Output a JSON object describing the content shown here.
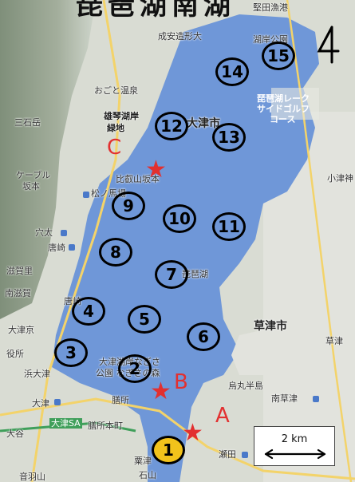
{
  "title": "琵琶湖南湖",
  "north_symbol": "4",
  "place_labels": {
    "katata_ko_label": "堅田漁港",
    "kosei_koshi": "湖岸公園",
    "seiandoushi": "成安造形大",
    "ogoto": "おごと温泉",
    "yuden_label": "雄琴湖岸",
    "ryokuchi": "緑地",
    "biwako_lake": "琵琶湖レーク",
    "side_golf": "サイドゴルフ",
    "course": "コース",
    "mitsuishidake": "三石岳",
    "otsu_city": "大津市",
    "cable_sakamoto_1": "ケーブル",
    "cable_sakamoto_2": "坂本",
    "hieizan": "比叡山坂本",
    "matsunobaba": "松ノ馬場",
    "anoo": "穴太",
    "karasaki": "唐崎",
    "shiga_sato": "滋賀里",
    "minami_shiga": "南滋賀",
    "otsu_kyo": "大津京",
    "yakusho": "役所",
    "hama_otsu": "浜大津",
    "otsu": "大津",
    "zeze": "膳所",
    "otsu_sa": "大津SA",
    "zeze_honmachi": "膳所本町",
    "otani": "大谷",
    "kusatsu_city": "草津市",
    "kusatsu": "草津",
    "minami_kusatsu": "南草津",
    "seta": "瀬田",
    "ishiyama": "石山",
    "awazu": "粟津",
    "otowa": "音羽山",
    "nagisa_1": "大津湖岸なぎさ",
    "nagisa_2": "公園 なぎさの森",
    "karasuma": "烏丸半島",
    "biwako_naka": "琵琶湖",
    "karasaki_label": "唐崎",
    "kosei": "小津神"
  },
  "sites": [
    {
      "id": "site-1",
      "label": "1"
    },
    {
      "id": "site-2",
      "label": "2"
    },
    {
      "id": "site-3",
      "label": "3"
    },
    {
      "id": "site-4",
      "label": "4"
    },
    {
      "id": "site-5",
      "label": "5"
    },
    {
      "id": "site-6",
      "label": "6"
    },
    {
      "id": "site-7",
      "label": "7"
    },
    {
      "id": "site-8",
      "label": "8"
    },
    {
      "id": "site-9",
      "label": "9"
    },
    {
      "id": "site-10",
      "label": "10"
    },
    {
      "id": "site-11",
      "label": "11"
    },
    {
      "id": "site-12",
      "label": "12"
    },
    {
      "id": "site-13",
      "label": "13"
    },
    {
      "id": "site-14",
      "label": "14"
    },
    {
      "id": "site-15",
      "label": "15"
    }
  ],
  "stations": {
    "a": "A",
    "b": "B",
    "c": "C"
  },
  "scale": {
    "label": "2 km"
  },
  "colors": {
    "lake": "#6f97d8",
    "land": "#d8dbd0",
    "mountain": "#8f9e8a",
    "road": "#f3d36a",
    "marker": "#e23030",
    "site_1_fill": "#f2c21b"
  }
}
